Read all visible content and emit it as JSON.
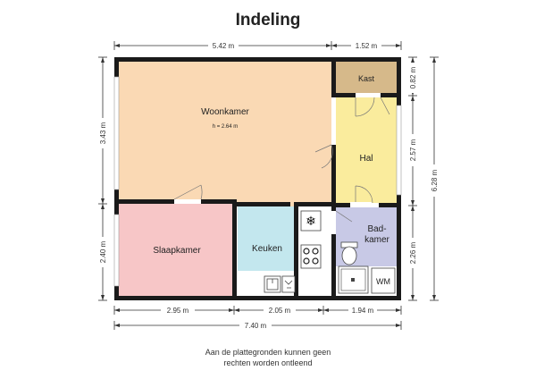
{
  "title": "Indeling",
  "rooms": {
    "woonkamer": "Woonkamer",
    "woonkamer_height": "h = 2.64 m",
    "kast": "Kast",
    "hal": "Hal",
    "slaapkamer": "Slaapkamer",
    "keuken": "Keuken",
    "badkamer_line1": "Bad-",
    "badkamer_line2": "kamer",
    "wm": "WM"
  },
  "dimensions": {
    "top_left": "5.42 m",
    "top_right": "1.52 m",
    "left_upper": "3.43 m",
    "left_lower": "2.40 m",
    "right_kast": "0.82 m",
    "right_hal": "2.57 m",
    "right_bad": "2.26 m",
    "right_total": "6.28 m",
    "bottom_1": "2.95 m",
    "bottom_2": "2.05 m",
    "bottom_3": "1.94 m",
    "bottom_total": "7.40 m"
  },
  "footer": {
    "line1": "Aan de plattegronden kunnen geen",
    "line2": "rechten worden ontleend"
  },
  "colors": {
    "woonkamer": "#fad9b4",
    "kast": "#d6b98a",
    "hal": "#faec9d",
    "slaapkamer": "#f7c6c7",
    "keuken": "#c3e7ee",
    "badkamer": "#c8c9e6",
    "wall": "#1a1a1a"
  }
}
